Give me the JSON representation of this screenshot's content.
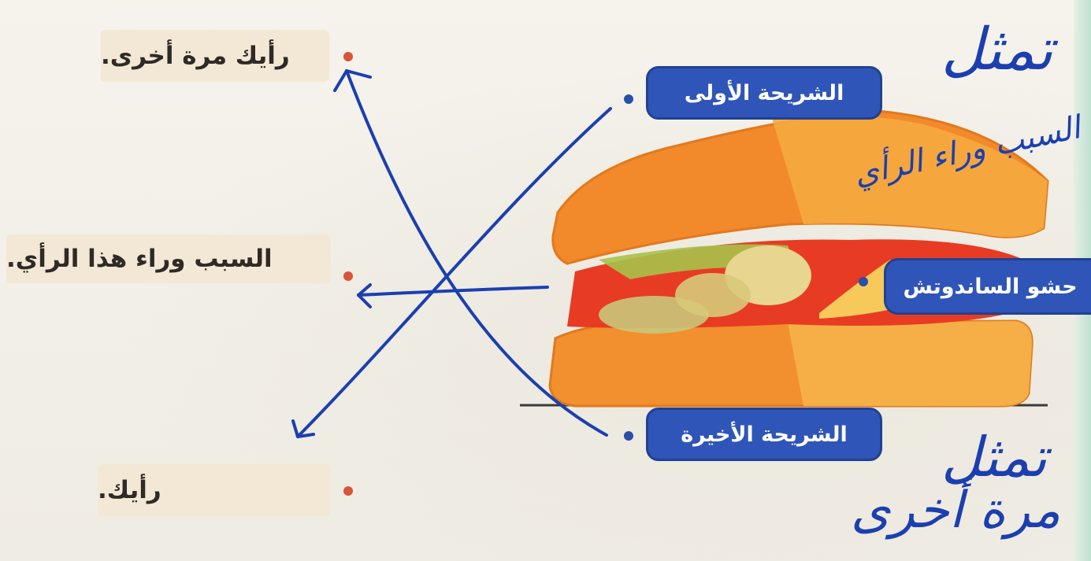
{
  "answers": {
    "top": "رأيك مرة أخرى.",
    "middle": "السبب وراء هذا الرأي.",
    "bottom": "رأيك."
  },
  "labels": {
    "first_slice": "الشريحة الأولى",
    "filling": "حشو الساندوتش",
    "last_slice": "الشريحة الأخيرة"
  },
  "handwriting": {
    "top_right": "تمثل",
    "diagonal": "السبب وراء الرأي",
    "bottom_right_1": "تمثل",
    "bottom_right_2": "مرة أخرى"
  },
  "colors": {
    "pill": "#2f55b8",
    "ink": "#1c3fb0",
    "answer_box": "#f3e8d6",
    "bread": "#f39a3a",
    "filling": "#e83b24"
  }
}
